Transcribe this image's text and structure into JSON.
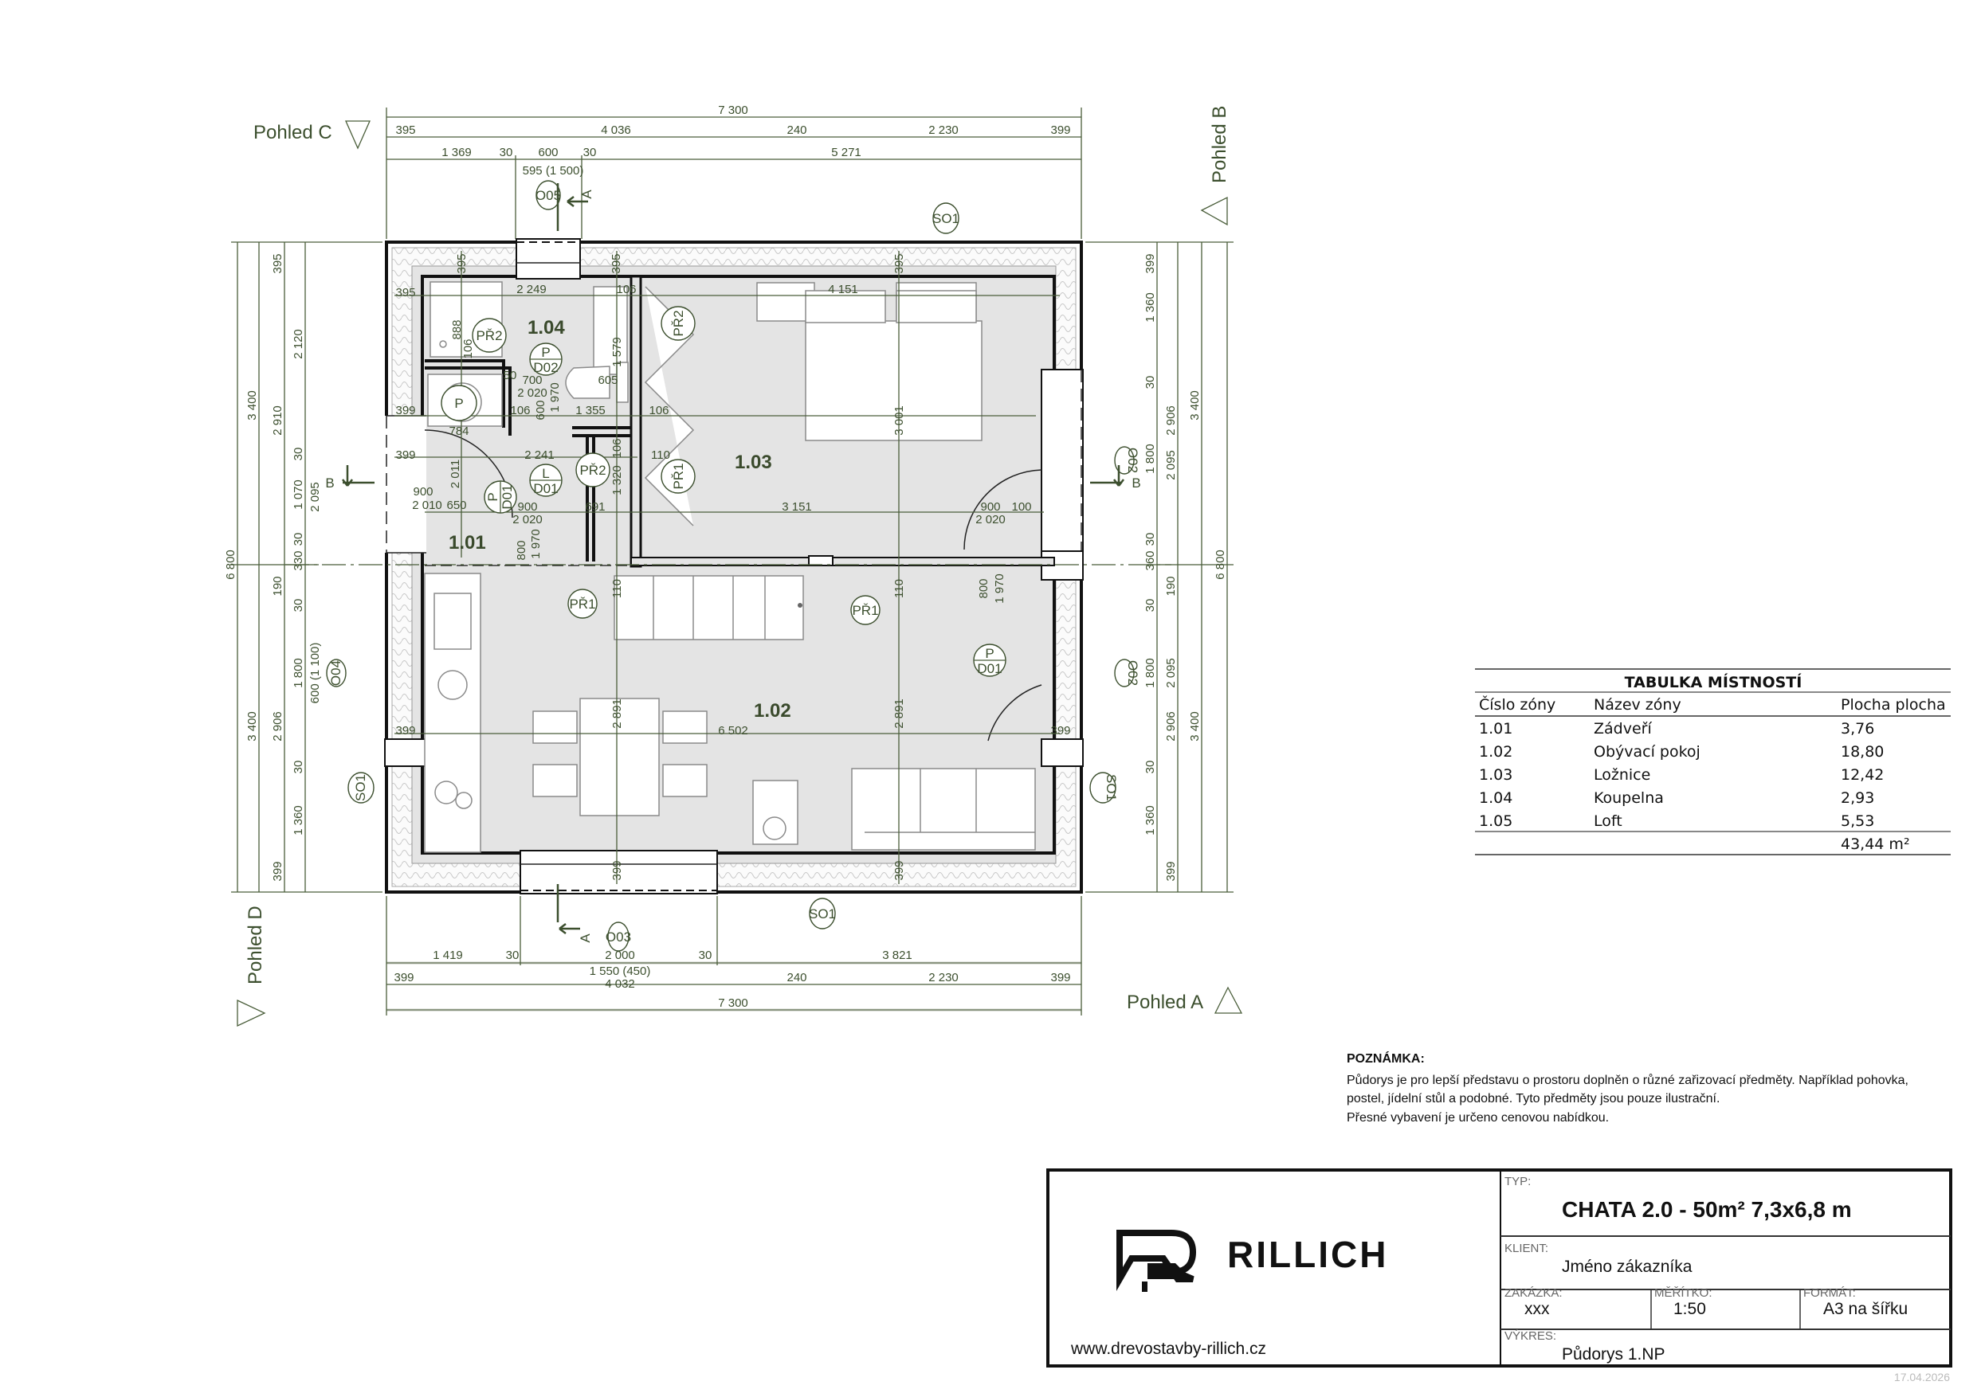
{
  "views": [
    "Pohled C",
    "Pohled B",
    "Pohled D",
    "Pohled A"
  ],
  "sections": [
    "A",
    "A",
    "B",
    "B"
  ],
  "plan": {
    "rooms": [
      "1.04",
      "1.03",
      "1.01",
      "1.02"
    ],
    "dims_top": [
      "7 300",
      "395",
      "4 036",
      "240",
      "2 230",
      "399",
      "1 369",
      "30",
      "600",
      "30",
      "5 271",
      "595 (1 500)"
    ],
    "dims_bottom": [
      "1 419",
      "30",
      "2 000",
      "30",
      "3 821",
      "1 550 (450)",
      "399",
      "4 032",
      "240",
      "2 230",
      "399",
      "7 300"
    ],
    "dims_left": [
      "6 800",
      "3 400",
      "3 400",
      "2 095",
      "600 (1 100)",
      "395",
      "2 120",
      "2 910",
      "30",
      "1 070",
      "30",
      "330",
      "190",
      "30",
      "1 800",
      "2 906",
      "30",
      "1 360",
      "399"
    ],
    "dims_right": [
      "6 800",
      "3 400",
      "3 400",
      "2 095",
      "2 095",
      "399",
      "1 360",
      "30",
      "2 906",
      "1 800",
      "30",
      "360",
      "190",
      "30",
      "1 800",
      "2 906",
      "30",
      "1 360",
      "399"
    ],
    "dims_inner": [
      "395",
      "395",
      "395",
      "395",
      "2 249",
      "106",
      "4 151",
      "888",
      "106",
      "1 579",
      "50",
      "700",
      "2 020",
      "605",
      "399",
      "784",
      "106",
      "600",
      "1 970",
      "1 355",
      "106",
      "3 001",
      "399",
      "2 241",
      "106",
      "110",
      "2 011",
      "1 320",
      "900",
      "2 010",
      "650",
      "900",
      "2 020",
      "691",
      "3 151",
      "900",
      "100",
      "2 020",
      "800",
      "1 970",
      "110",
      "110",
      "800",
      "1 970",
      "2 891",
      "6 502",
      "2 891",
      "399",
      "399",
      "399",
      "399"
    ],
    "markers": [
      {
        "t": "O05"
      },
      {
        "t": "SO1"
      },
      {
        "t": "PŘ2"
      },
      {
        "t": "P",
        "b": "D02"
      },
      {
        "t": "P"
      },
      {
        "t": "PŘ2"
      },
      {
        "t": "PŘ2"
      },
      {
        "t": "L",
        "b": "D01"
      },
      {
        "t": "P",
        "b": "D01"
      },
      {
        "t": "PŘ1"
      },
      {
        "t": "O02"
      },
      {
        "t": "PŘ1"
      },
      {
        "t": "PŘ1"
      },
      {
        "t": "P",
        "b": "D01"
      },
      {
        "t": "O04"
      },
      {
        "t": "O02"
      },
      {
        "t": "SO1"
      },
      {
        "t": "SO1"
      },
      {
        "t": "SO1"
      },
      {
        "t": "O03"
      }
    ]
  },
  "room_table": {
    "title": "TABULKA MÍSTNOSTÍ",
    "headers": [
      "Číslo zóny",
      "Název zóny",
      "Plocha plocha"
    ],
    "rows": [
      [
        "1.01",
        "Zádveří",
        "3,76"
      ],
      [
        "1.02",
        "Obývací pokoj",
        "18,80"
      ],
      [
        "1.03",
        "Ložnice",
        "12,42"
      ],
      [
        "1.04",
        "Koupelna",
        "2,93"
      ],
      [
        "1.05",
        "Loft",
        "5,53"
      ]
    ],
    "total": "43,44 m²"
  },
  "note": {
    "title": "POZNÁMKA:",
    "lines": [
      "Půdorys je pro lepší představu o prostoru doplněn o různé zařizovací předměty. Například pohovka,",
      "postel, jídelní stůl a podobné. Tyto předměty jsou pouze ilustrační.",
      "Přesné vybavení je určeno cenovou nabídkou."
    ]
  },
  "title_block": {
    "logo_text": "RILLICH",
    "website": "www.drevostavby-rillich.cz",
    "typ_label": "TYP:",
    "typ_value": "CHATA 2.0 - 50m² 7,3x6,8 m",
    "klient_label": "KLIENT:",
    "klient_value": "Jméno zákazníka",
    "zakazka_label": "ZAKÁZKA:",
    "zakazka_value": "xxx",
    "meritko_label": "MĚŘÍTKO:",
    "meritko_value": "1:50",
    "format_label": "FORMÁT:",
    "format_value": "A3 na šířku",
    "vykres_label": "VÝKRES:",
    "vykres_value": "Půdorys 1.NP",
    "date": "17.04.2026"
  },
  "colors": {
    "dimension": "#3c4f2e",
    "wall": "#111111",
    "furniture": "#8a8a8a"
  }
}
